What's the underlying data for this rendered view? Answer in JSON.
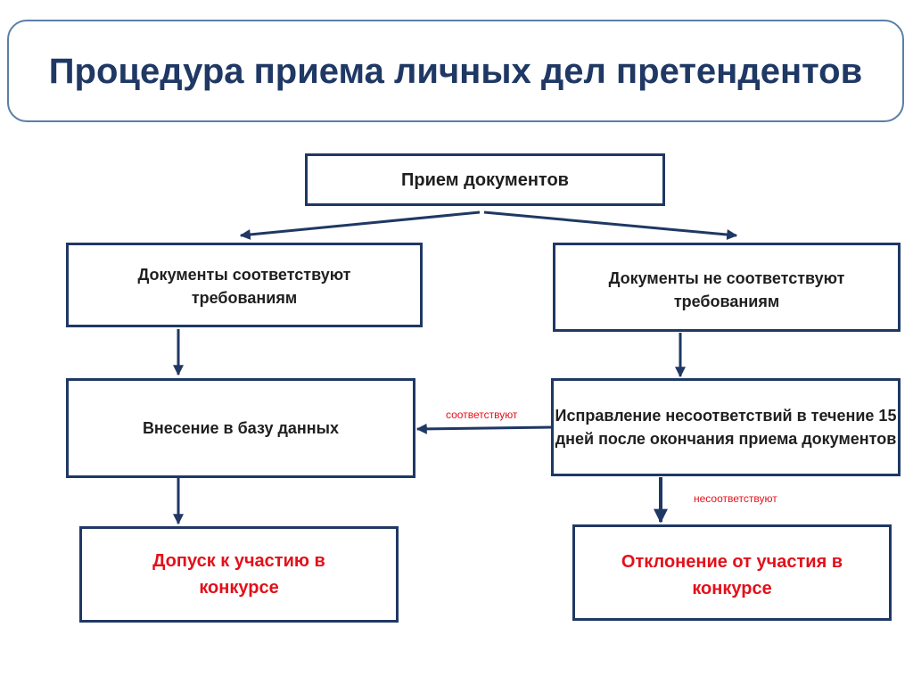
{
  "title": "Процедура приема личных дел претендентов",
  "nodes": {
    "receive": "Прием документов",
    "compliant": "Документы соответствуют требованиям",
    "noncompliant": "Документы не соответствуют требованиям",
    "database": "Внесение в базу данных",
    "correction": "Исправление несоответствий в течение 15 дней после окончания приема документов",
    "admission": "Допуск к участию в конкурсе",
    "rejection": "Отклонение от участия в конкурсе"
  },
  "edge_labels": {
    "correction_to_database": "соответствуют",
    "correction_to_rejection": "несоответствуют"
  },
  "colors": {
    "title_text": "#1f3864",
    "title_border": "#5b7fa6",
    "box_border": "#1f3864",
    "arrow": "#1f3864",
    "result_text": "#e3101a",
    "edge_label_text": "#e3101a"
  }
}
